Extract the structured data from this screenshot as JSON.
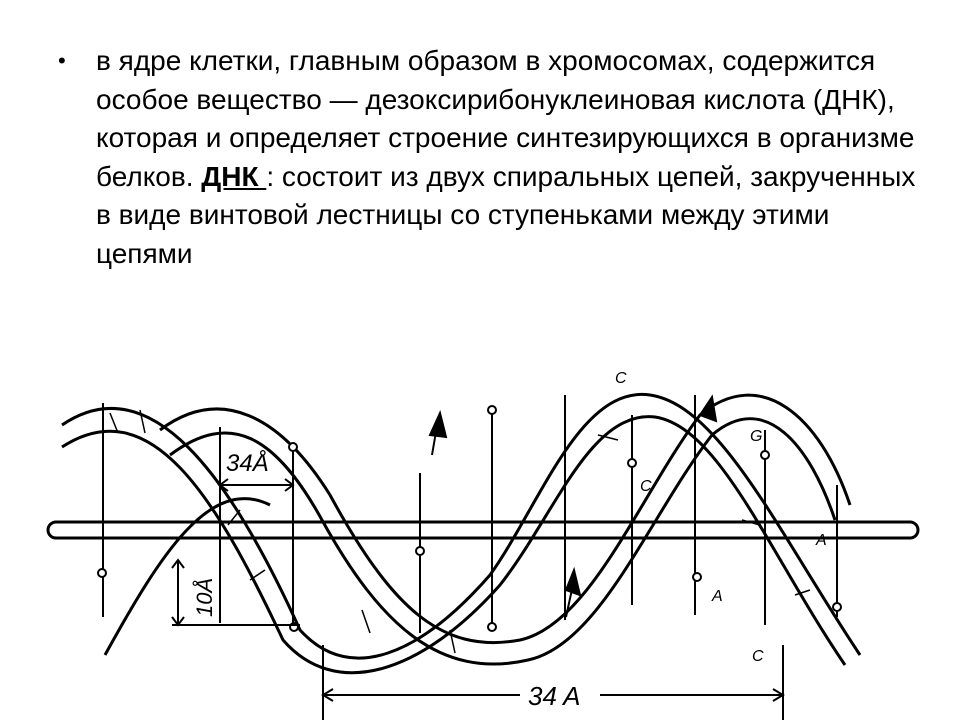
{
  "slide": {
    "bullet": "•",
    "text_before_term": "в ядре клетки, главным образом в хромосомах, содержится особое вещество — дезоксирибонуклеиновая кислота (ДНК), которая и определяет строение синтезирующихся в организме белков. ",
    "term": " ДНК ",
    "text_after_term": ": состоит из двух спиральных цепей, закрученных в виде винтовой лестницы со ступеньками между этими цепями"
  },
  "figure": {
    "label_pitch_top": "34Å",
    "label_width": "10Å",
    "label_pitch_bottom": "34 A",
    "base_letters": [
      "C",
      "C",
      "A",
      "A",
      "C",
      "G"
    ]
  }
}
